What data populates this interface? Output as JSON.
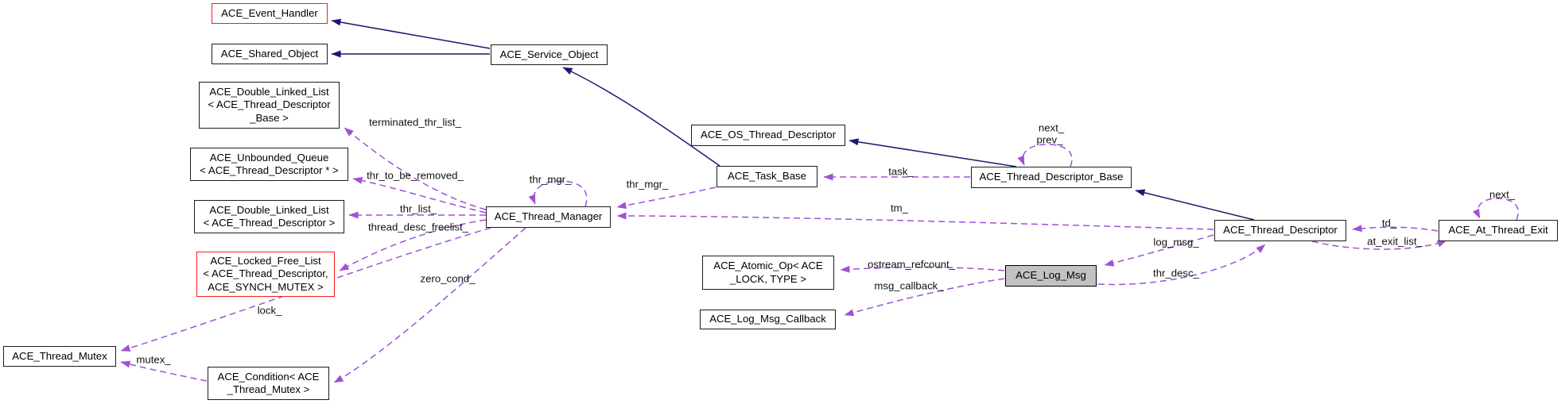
{
  "colors": {
    "inheritance_edge": "#191970",
    "usage_edge": "#a050d8",
    "truncated_border": "#ff1a1a",
    "focus_node_fill": "#c2c2c2",
    "node_border": "#1c1c1c",
    "background": "#ffffff"
  },
  "nodes": {
    "event_handler": {
      "label": "ACE_Event_Handler"
    },
    "shared_object": {
      "label": "ACE_Shared_Object"
    },
    "dll_base": {
      "line1": "ACE_Double_Linked_List",
      "line2": "< ACE_Thread_Descriptor",
      "line3": "_Base >"
    },
    "unbounded_queue": {
      "line1": "ACE_Unbounded_Queue",
      "line2": "< ACE_Thread_Descriptor * >"
    },
    "dll": {
      "line1": "ACE_Double_Linked_List",
      "line2": "< ACE_Thread_Descriptor >"
    },
    "locked_free_list": {
      "line1": "ACE_Locked_Free_List",
      "line2": "< ACE_Thread_Descriptor,",
      "line3": "ACE_SYNCH_MUTEX >"
    },
    "thread_mutex": {
      "label": "ACE_Thread_Mutex"
    },
    "condition": {
      "line1": "ACE_Condition< ACE",
      "line2": "_Thread_Mutex >"
    },
    "service_object": {
      "label": "ACE_Service_Object"
    },
    "thread_manager": {
      "label": "ACE_Thread_Manager"
    },
    "os_thread_descriptor": {
      "label": "ACE_OS_Thread_Descriptor"
    },
    "task_base": {
      "label": "ACE_Task_Base"
    },
    "thread_descriptor_base": {
      "label": "ACE_Thread_Descriptor_Base"
    },
    "thread_descriptor": {
      "label": "ACE_Thread_Descriptor"
    },
    "at_thread_exit": {
      "label": "ACE_At_Thread_Exit"
    },
    "log_msg": {
      "label": "ACE_Log_Msg"
    },
    "atomic_op": {
      "line1": "ACE_Atomic_Op< ACE",
      "line2": "_LOCK, TYPE >"
    },
    "log_msg_callback": {
      "label": "ACE_Log_Msg_Callback"
    }
  },
  "edge_labels": {
    "terminated_thr_list": "terminated_thr_list_",
    "thr_to_be_removed": "thr_to_be_removed_",
    "thr_list": "thr_list_",
    "thread_desc_freelist": "thread_desc_freelist_",
    "lock": "lock_",
    "mutex": "mutex_",
    "zero_cond": "zero_cond_",
    "thr_mgr_self": "thr_mgr_",
    "thr_mgr_task": "thr_mgr_",
    "task": "task_",
    "tm": "tm_",
    "tdb_next": "next_",
    "tdb_prev": "prev_",
    "td": "td_",
    "at_exit_list": "at_exit_list_",
    "ate_next": "next_",
    "log_msg": "log_msg_",
    "thr_desc": "thr_desc_",
    "ostream_refcount": "ostream_refcount_",
    "msg_callback": "msg_callback_"
  }
}
